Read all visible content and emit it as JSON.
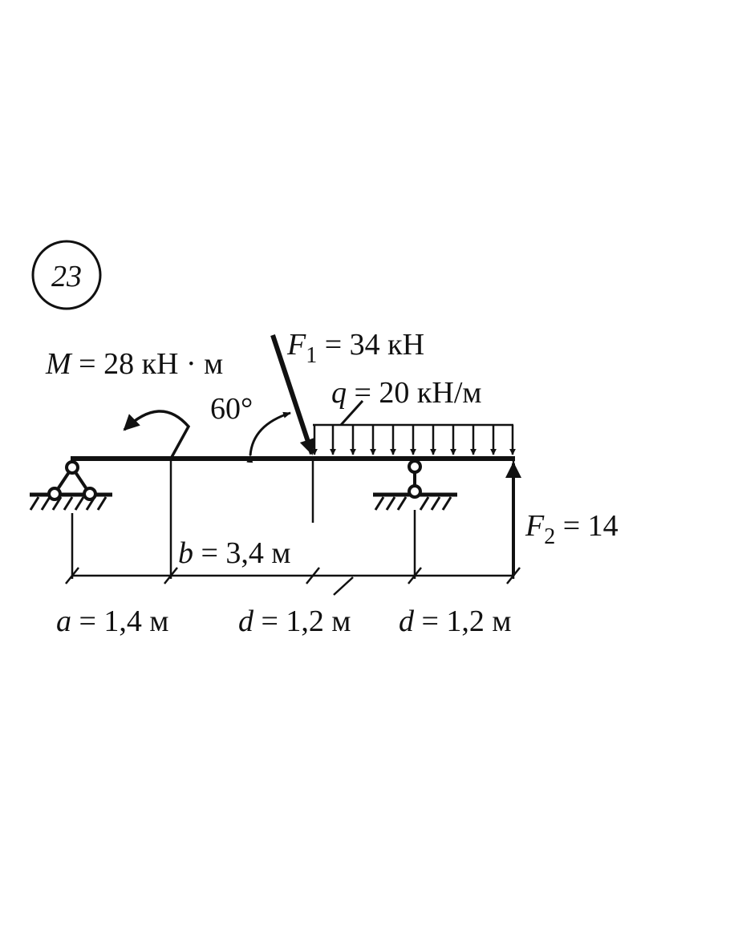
{
  "problem_number": "23",
  "loads": {
    "moment": {
      "symbol": "M",
      "eq": " = 28 кН · м"
    },
    "force1": {
      "symbol": "F",
      "sub": "1",
      "eq": " = 34 кН"
    },
    "distributed": {
      "symbol": "q",
      "eq": " = 20 кН/м"
    },
    "force2": {
      "symbol": "F",
      "sub": "2",
      "eq": " = 14"
    },
    "angle": "60°"
  },
  "dimensions": {
    "a": {
      "symbol": "a",
      "eq": " = 1,4 м"
    },
    "b": {
      "symbol": "b",
      "eq": " = 3,4 м"
    },
    "d1": {
      "symbol": "d",
      "eq": " = 1,2 м"
    },
    "d2": {
      "symbol": "d",
      "eq": " = 1,2 м"
    }
  }
}
